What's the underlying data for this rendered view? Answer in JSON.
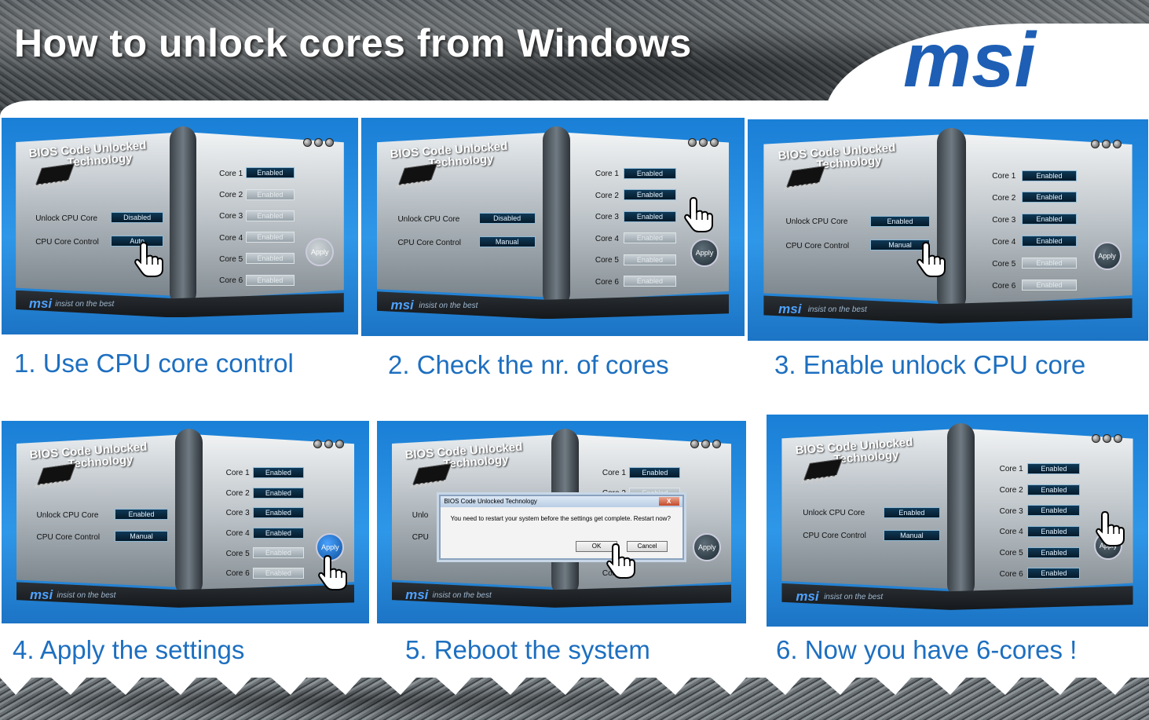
{
  "header": {
    "title": "How to unlock cores from Windows",
    "logo_text": "msi"
  },
  "app": {
    "title_line1": "BIOS Code Unlocked",
    "title_line2": "Technology",
    "brand": "msi",
    "tagline": "insist on the best",
    "unlock_label": "Unlock CPU Core",
    "control_label": "CPU Core Control",
    "apply_label": "Apply",
    "core_labels": [
      "Core 1",
      "Core 2",
      "Core 3",
      "Core 4",
      "Core 5",
      "Core 6"
    ]
  },
  "panels": [
    {
      "caption": "1. Use CPU core control",
      "unlock_value": "Disabled",
      "control_value": "Auto",
      "core_values": [
        "Enabled",
        "Enabled",
        "Enabled",
        "Enabled",
        "Enabled",
        "Enabled"
      ],
      "cores_enabled_count": 1
    },
    {
      "caption": "2. Check the nr. of cores",
      "unlock_value": "Disabled",
      "control_value": "Manual",
      "core_values": [
        "Enabled",
        "Enabled",
        "Enabled",
        "Enabled",
        "Enabled",
        "Enabled"
      ],
      "cores_enabled_count": 3
    },
    {
      "caption": "3. Enable unlock CPU core",
      "unlock_value": "Enabled",
      "control_value": "Manual",
      "core_values": [
        "Enabled",
        "Enabled",
        "Enabled",
        "Enabled",
        "Enabled",
        "Enabled"
      ],
      "cores_enabled_count": 4
    },
    {
      "caption": "4. Apply the settings",
      "unlock_value": "Enabled",
      "control_value": "Manual",
      "core_values": [
        "Enabled",
        "Enabled",
        "Enabled",
        "Enabled",
        "Enabled",
        "Enabled"
      ],
      "cores_enabled_count": 4
    },
    {
      "caption": "5. Reboot the system",
      "unlock_value": "",
      "control_value": "",
      "core_values": [
        "Enabled",
        "Enabled",
        "",
        "",
        "",
        ""
      ],
      "cores_enabled_count": 1
    },
    {
      "caption": "6. Now you have 6-cores !",
      "unlock_value": "Enabled",
      "control_value": "Manual",
      "core_values": [
        "Enabled",
        "Enabled",
        "Enabled",
        "Enabled",
        "Enabled",
        "Enabled"
      ],
      "cores_enabled_count": 6
    }
  ],
  "dialog": {
    "title": "BIOS Code Unlocked Technology",
    "close_label": "X",
    "message": "You need to restart your system before the settings get complete. Restart now?",
    "ok_label": "OK",
    "cancel_label": "Cancel"
  },
  "colors": {
    "caption": "#1d6fc0",
    "accent": "#1a7fd6",
    "logo": "#1e5fb5"
  }
}
